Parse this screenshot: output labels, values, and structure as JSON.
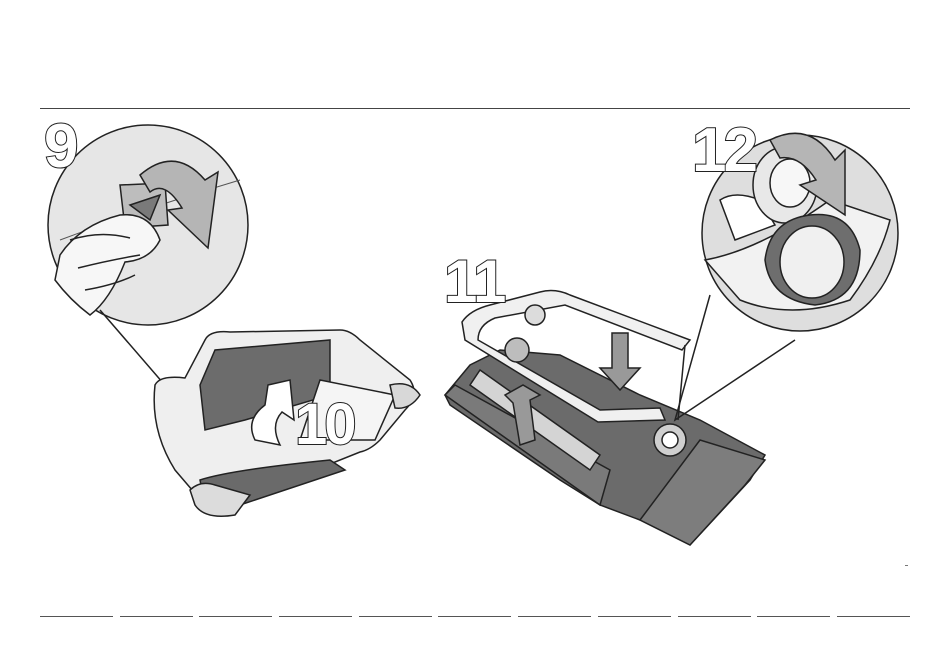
{
  "steps": {
    "step9": "9",
    "step10": "10",
    "step11": "11",
    "step12": "12"
  },
  "footer": {
    "tab_count": 11
  }
}
